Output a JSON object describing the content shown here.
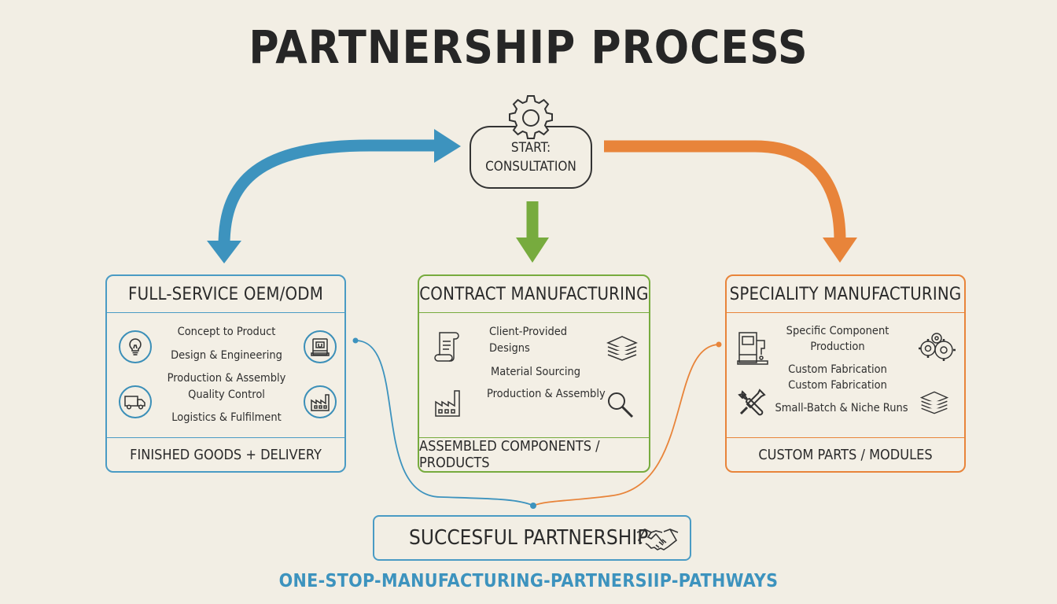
{
  "title": "PARTNERSHIP PROCESS",
  "start": {
    "line1": "START:",
    "line2": "CONSULTATION"
  },
  "panels": {
    "oem": {
      "title": "FULL-SERVICE OEM/ODM",
      "items": [
        "Concept to Product",
        "Design & Engineering",
        "Production & Assembly",
        "Quality Control",
        "Logistics & Fulfilment"
      ],
      "footer": "FINISHED GOODS + DELIVERY"
    },
    "contract": {
      "title": "CONTRACT MANUFACTURING",
      "items": [
        "Client-Provided",
        "Designs",
        "Material Sourcing",
        "Production & Assembly"
      ],
      "footer": "ASSEMBLED COMPONENTS / PRODUCTS"
    },
    "speciality": {
      "title": "SPECIALITY MANUFACTURING",
      "items": [
        "Specific Component",
        "Production",
        "Custom Fabrication",
        "Custom Fabrication",
        "Small-Batch & Niche Runs"
      ],
      "footer": "CUSTOM PARTS / MODULES"
    }
  },
  "success": {
    "label": "SUCCESFUL PARTNERSHIP"
  },
  "footer": "ONE-STOP-MANUFACTURING-PARTNERSIIP-PATHWAYS",
  "colors": {
    "blue": "#3d93be",
    "green": "#77ab3e",
    "orange": "#e8843a",
    "ink": "#2a2a2a",
    "paper": "#f2eee4"
  },
  "icons": [
    "gear-icon",
    "lightbulb-icon",
    "machine-icon",
    "truck-icon",
    "factory-icon",
    "scroll-icon",
    "layers-icon",
    "magnifier-icon",
    "wrench-screwdriver-icon",
    "gears-icon",
    "handshake-icon"
  ]
}
